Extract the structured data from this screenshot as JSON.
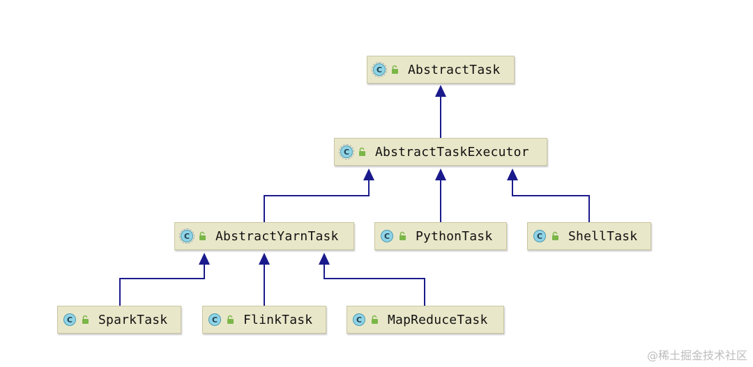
{
  "nodes": [
    {
      "id": "abstract-task",
      "label": "AbstractTask",
      "icon": "class-icon",
      "icon_glyph": "C",
      "abstract": true
    },
    {
      "id": "abstract-task-executor",
      "label": "AbstractTaskExecutor",
      "icon": "class-icon",
      "icon_glyph": "C",
      "abstract": true
    },
    {
      "id": "abstract-yarn-task",
      "label": "AbstractYarnTask",
      "icon": "class-icon",
      "icon_glyph": "C",
      "abstract": true
    },
    {
      "id": "python-task",
      "label": "PythonTask",
      "icon": "class-icon",
      "icon_glyph": "C",
      "abstract": false
    },
    {
      "id": "shell-task",
      "label": "ShellTask",
      "icon": "class-icon",
      "icon_glyph": "C",
      "abstract": false
    },
    {
      "id": "spark-task",
      "label": "SparkTask",
      "icon": "class-icon",
      "icon_glyph": "C",
      "abstract": false
    },
    {
      "id": "flink-task",
      "label": "FlinkTask",
      "icon": "class-icon",
      "icon_glyph": "C",
      "abstract": false
    },
    {
      "id": "mapreduce-task",
      "label": "MapReduceTask",
      "icon": "class-icon",
      "icon_glyph": "C",
      "abstract": false
    }
  ],
  "edges": [
    {
      "from": "abstract-task-executor",
      "to": "abstract-task"
    },
    {
      "from": "abstract-yarn-task",
      "to": "abstract-task-executor"
    },
    {
      "from": "python-task",
      "to": "abstract-task-executor"
    },
    {
      "from": "shell-task",
      "to": "abstract-task-executor"
    },
    {
      "from": "spark-task",
      "to": "abstract-yarn-task"
    },
    {
      "from": "flink-task",
      "to": "abstract-yarn-task"
    },
    {
      "from": "mapreduce-task",
      "to": "abstract-yarn-task"
    }
  ],
  "colors": {
    "edge": "#1a1a8c",
    "node_fill": "#e9e7c9",
    "class_icon": "#8fd3e6",
    "lock_icon": "#7ab648"
  },
  "watermark": "@稀土掘金技术社区"
}
